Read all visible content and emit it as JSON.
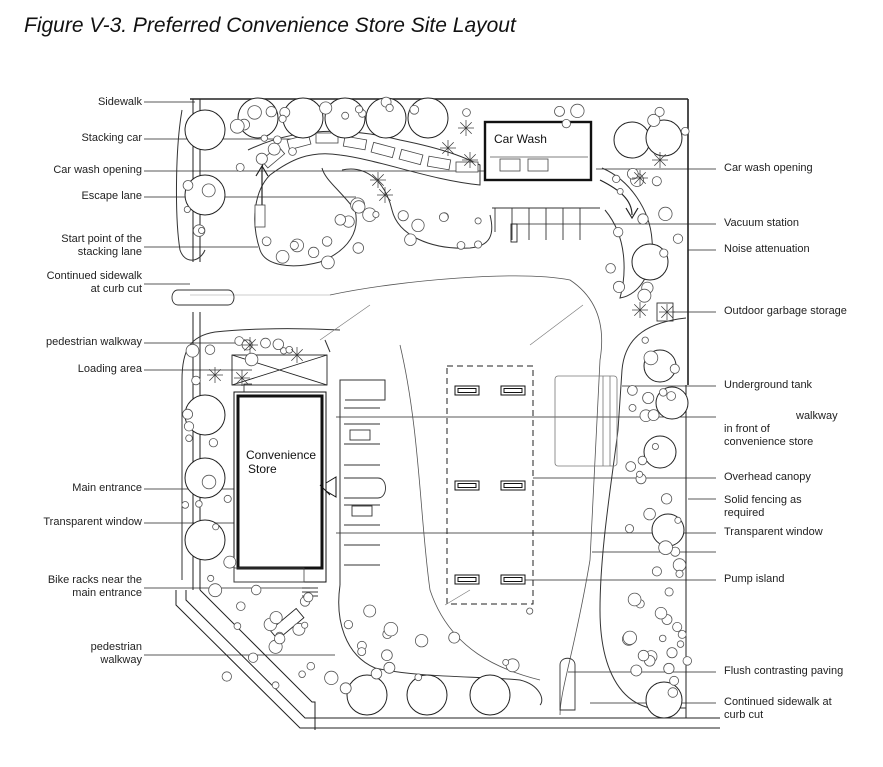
{
  "title": "Figure V-3. Preferred Convenience Store Site Layout",
  "buildings": {
    "car_wash": "Car Wash",
    "store_line1": "Convenience",
    "store_line2": "Store"
  },
  "labels_left": [
    {
      "id": "sidewalk",
      "lines": [
        "Sidewalk"
      ]
    },
    {
      "id": "stacking-car",
      "lines": [
        "Stacking car"
      ]
    },
    {
      "id": "car-wash-opening-left",
      "lines": [
        "Car wash opening"
      ]
    },
    {
      "id": "escape-lane",
      "lines": [
        "Escape lane"
      ]
    },
    {
      "id": "start-point-stacking-lane",
      "lines": [
        "Start point of the",
        "stacking lane"
      ]
    },
    {
      "id": "continued-sidewalk-curb-cut-left",
      "lines": [
        "Continued sidewalk",
        "at curb cut"
      ]
    },
    {
      "id": "pedestrian-walkway-upper",
      "lines": [
        "pedestrian walkway"
      ]
    },
    {
      "id": "loading-area",
      "lines": [
        "Loading area"
      ]
    },
    {
      "id": "main-entrance",
      "lines": [
        "Main entrance"
      ]
    },
    {
      "id": "transparent-window-left",
      "lines": [
        "Transparent window"
      ]
    },
    {
      "id": "bike-racks",
      "lines": [
        "Bike racks near the",
        "main entrance"
      ]
    },
    {
      "id": "pedestrian-walkway-lower",
      "lines": [
        "pedestrian",
        "walkway"
      ]
    }
  ],
  "labels_right": [
    {
      "id": "car-wash-opening-right",
      "lines": [
        "Car wash opening"
      ]
    },
    {
      "id": "vacuum-station",
      "lines": [
        "Vacuum station"
      ]
    },
    {
      "id": "noise-attenuation",
      "lines": [
        "Noise attenuation"
      ]
    },
    {
      "id": "outdoor-garbage-storage",
      "lines": [
        "Outdoor garbage storage"
      ]
    },
    {
      "id": "underground-tank",
      "lines": [
        "Underground tank"
      ]
    },
    {
      "id": "walkway-front-store",
      "lines": [
        "walkway",
        "in front of",
        "convenience store"
      ]
    },
    {
      "id": "overhead-canopy",
      "lines": [
        "Overhead canopy"
      ]
    },
    {
      "id": "solid-fencing",
      "lines": [
        "Solid fencing as",
        "required"
      ]
    },
    {
      "id": "transparent-window-right",
      "lines": [
        "Transparent window"
      ]
    },
    {
      "id": "pump-island",
      "lines": [
        "Pump island"
      ]
    },
    {
      "id": "flush-contrasting-paving",
      "lines": [
        "Flush contrasting paving"
      ]
    },
    {
      "id": "continued-sidewalk-curb-cut-right",
      "lines": [
        "Continued sidewalk at",
        "curb cut"
      ]
    }
  ]
}
